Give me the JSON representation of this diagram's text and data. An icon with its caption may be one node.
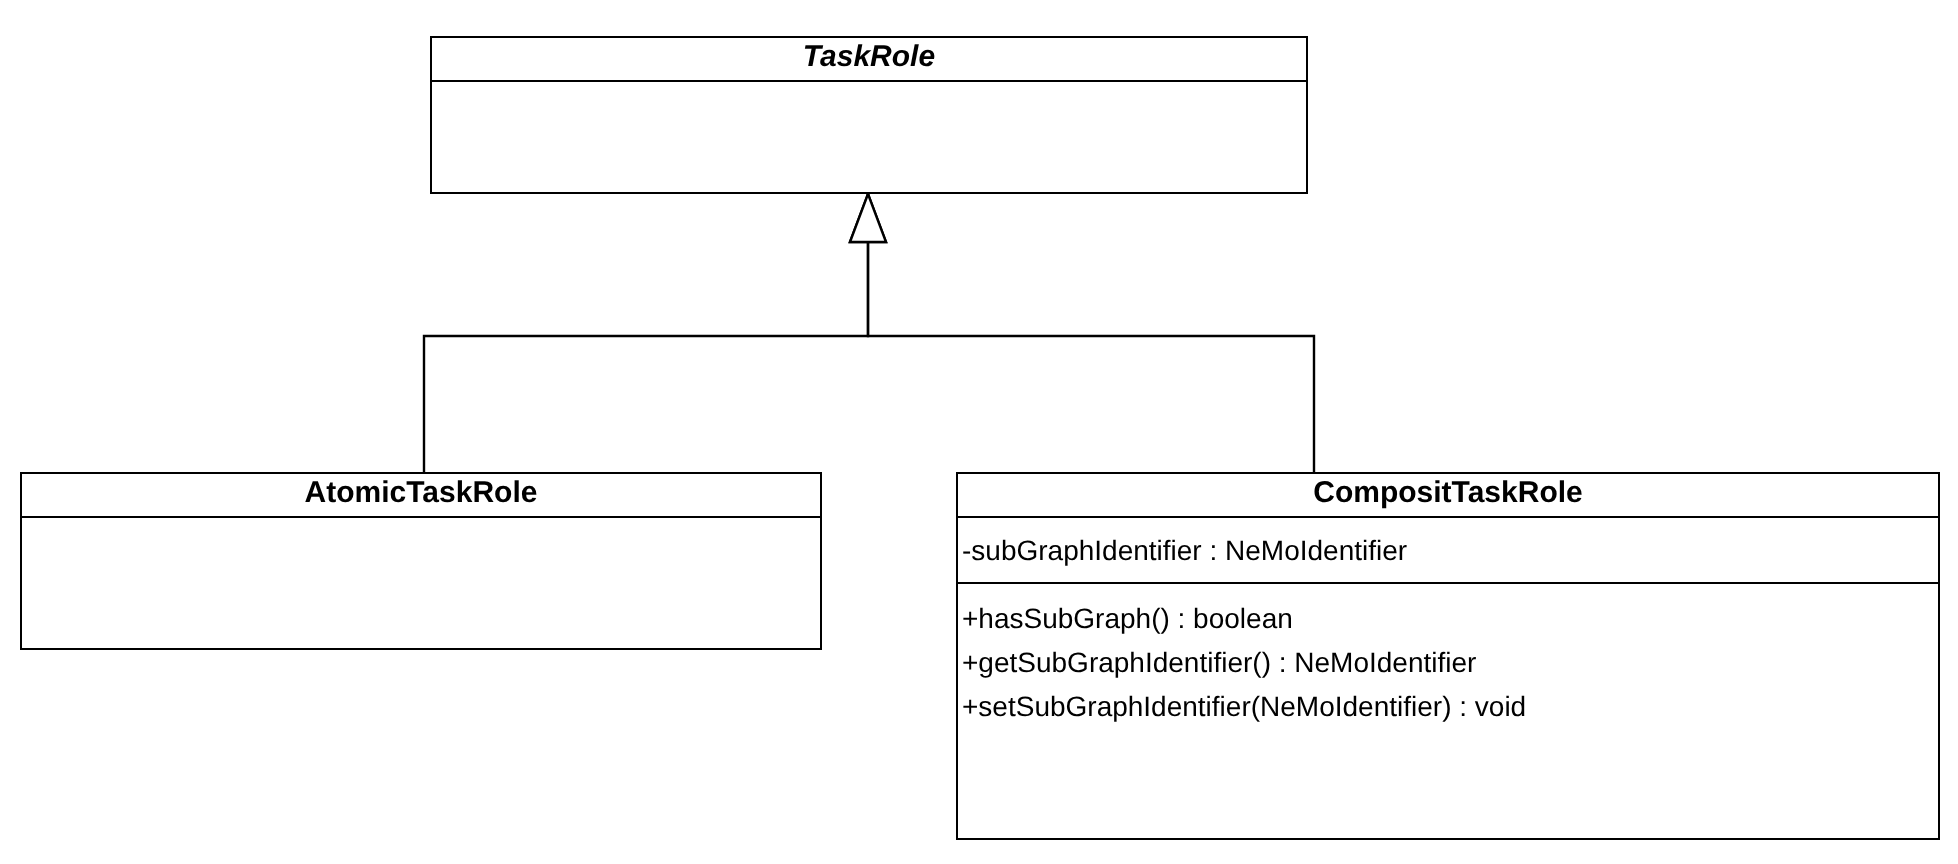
{
  "diagram": {
    "nodes": [
      {
        "text": [
          "TaskRole"
        ]
      },
      {
        "text": [
          "AtomicTaskRole"
        ]
      },
      {
        "text": [
          "CompositTaskRole",
          "-subGraphIdentifier : NeMoIdentifier",
          "+hasSubGraph() : boolean",
          "+getSubGraphIdentifier() : NeMoIdentifier",
          "+setSubGraphIdentifier(NeMoIdentifier) : void"
        ]
      }
    ],
    "edges": [
      {
        "from": 1,
        "to": 0,
        "arrow": "to"
      },
      {
        "from": 2,
        "to": 0,
        "arrow": "to"
      }
    ]
  }
}
